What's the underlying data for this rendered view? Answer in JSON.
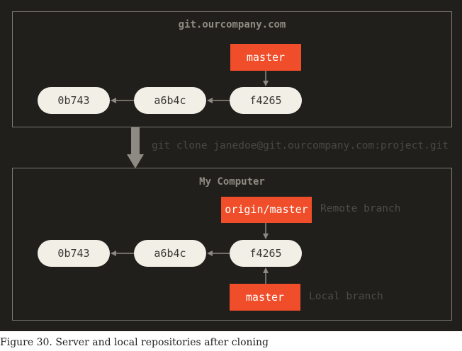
{
  "server": {
    "title": "git.ourcompany.com",
    "commits": [
      "0b743",
      "a6b4c",
      "f4265"
    ],
    "branch": "master"
  },
  "clone_command": "git clone janedoe@git.ourcompany.com:project.git",
  "local": {
    "title": "My Computer",
    "commits": [
      "0b743",
      "a6b4c",
      "f4265"
    ],
    "remote_branch": "origin/master",
    "remote_branch_label": "Remote branch",
    "local_branch": "master",
    "local_branch_label": "Local branch"
  },
  "caption": "Figure 30. Server and local repositories after cloning",
  "colors": {
    "background": "#201f1b",
    "commit": "#f2efe6",
    "branch": "#f04e2a",
    "border": "#7c7a72"
  }
}
